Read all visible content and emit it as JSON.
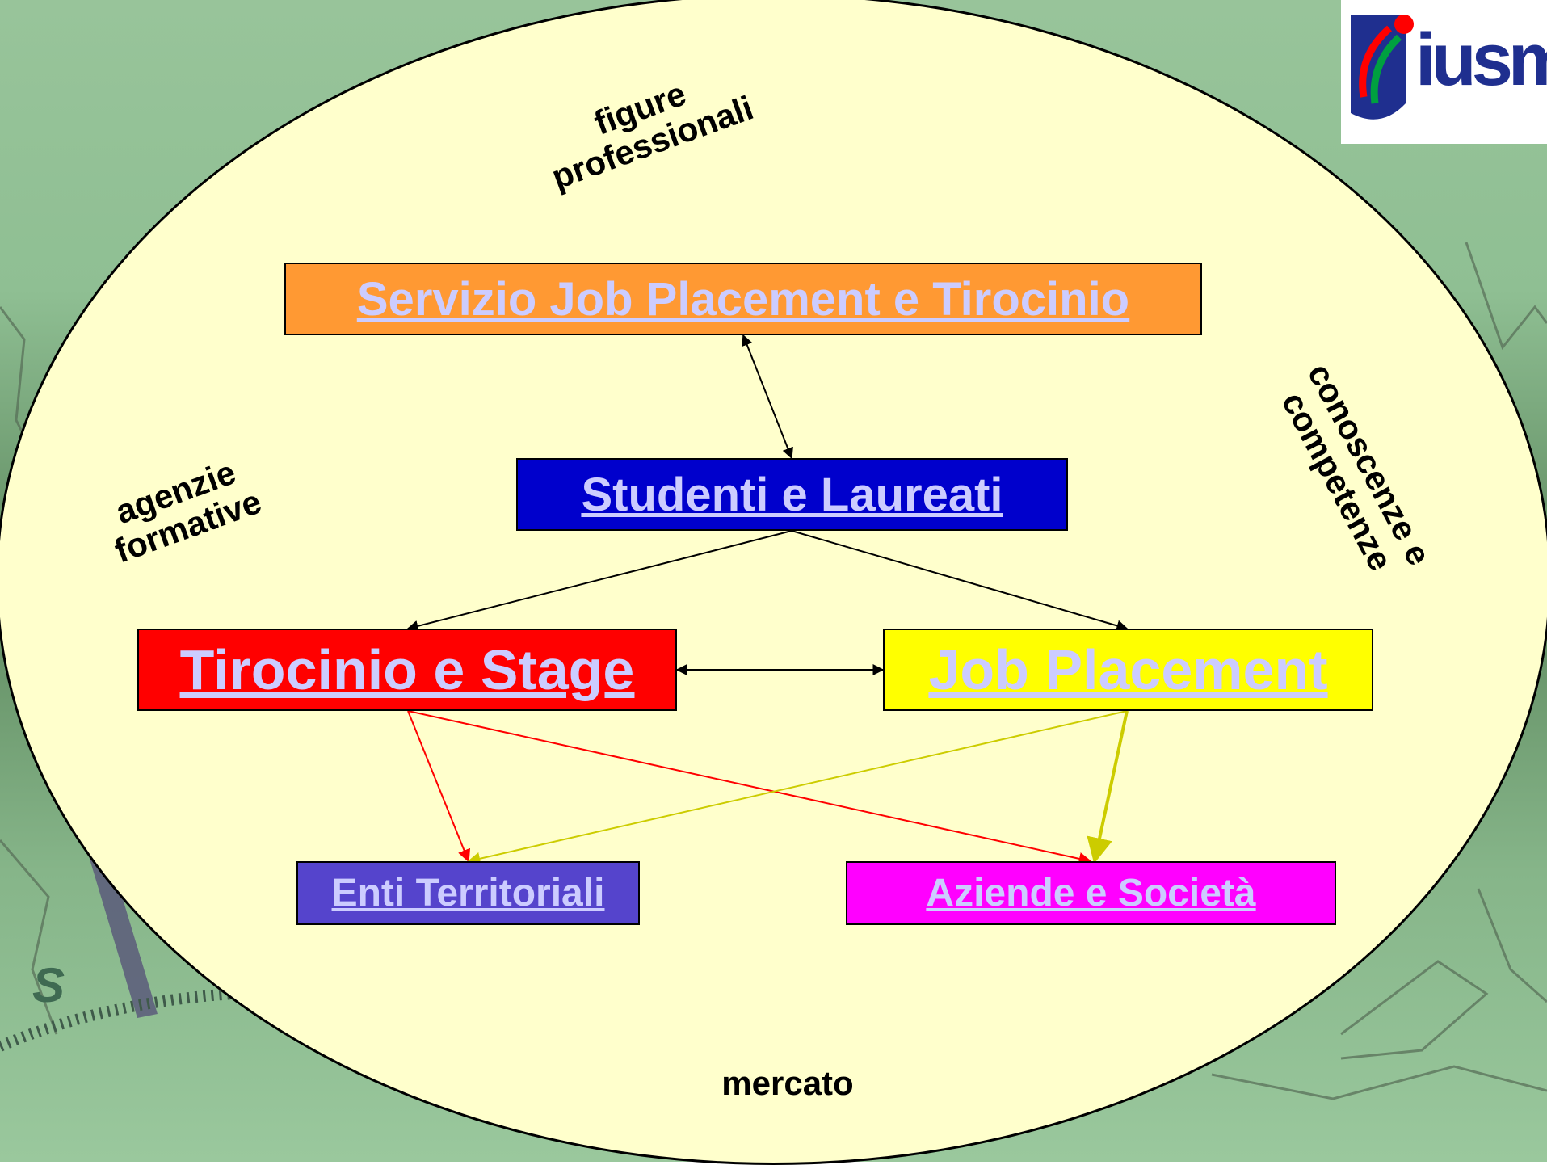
{
  "boxes": {
    "servizio": "Servizio Job Placement e Tirocinio",
    "studenti": "Studenti e Laureati",
    "tirocinio": "Tirocinio e Stage",
    "job": "Job Placement",
    "enti": "Enti Territoriali",
    "aziende": "Aziende e Società"
  },
  "labels": {
    "figure_line1": "figure",
    "figure_line2": "professionali",
    "agenzie_line1": "agenzie",
    "agenzie_line2": "formative",
    "conoscenze_line1": "conoscenze e",
    "conoscenze_line2": "competenze",
    "mercato": "mercato"
  },
  "logo": {
    "text": "iusm"
  },
  "colors": {
    "background_green": "#8fbf93",
    "ellipse_fill": "#ffffcc",
    "servizio": "#ff9933",
    "studenti": "#0000cc",
    "tirocinio": "#ff0000",
    "job": "#ffff00",
    "enti": "#5544cc",
    "aziende": "#ff00ff",
    "link_text": "#ccccff",
    "arrow_red": "#ff0000",
    "arrow_yellow": "#cccc00",
    "logo_blue": "#1f2f8f"
  }
}
